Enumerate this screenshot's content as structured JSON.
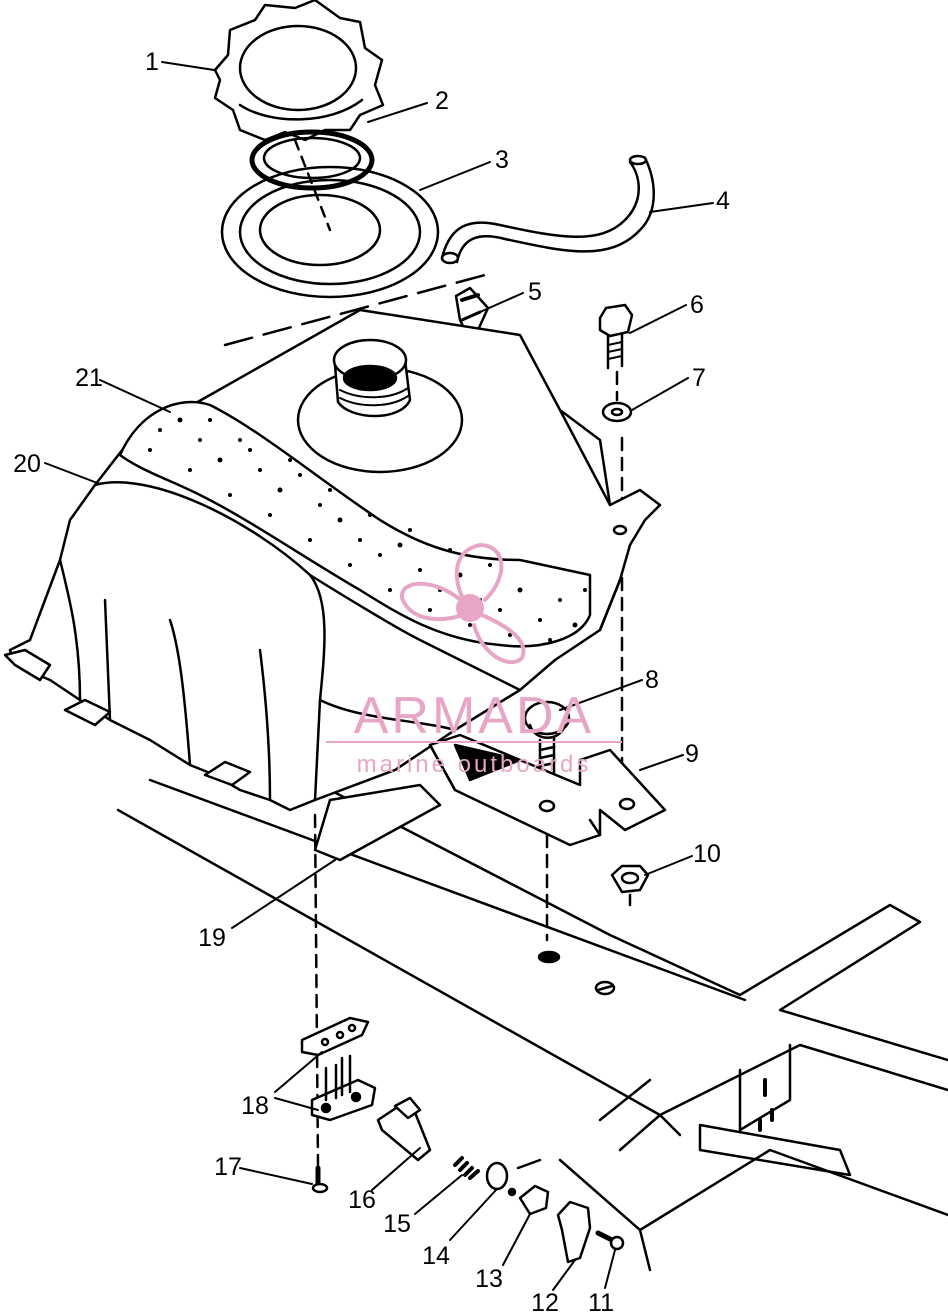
{
  "callouts": [
    "1",
    "2",
    "3",
    "4",
    "5",
    "6",
    "7",
    "8",
    "9",
    "10",
    "11",
    "12",
    "13",
    "14",
    "15",
    "16",
    "17",
    "18",
    "19",
    "20",
    "21"
  ],
  "watermark": {
    "brand": "ARMADA",
    "tagline": "marine outboards",
    "color": "#e7a6c6"
  }
}
